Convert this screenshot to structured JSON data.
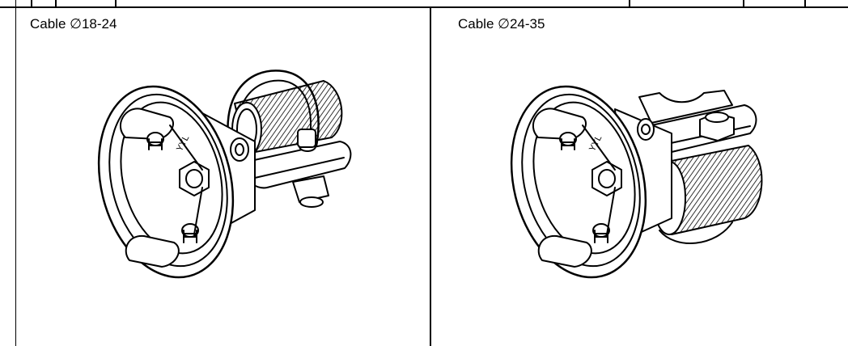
{
  "panels": [
    {
      "caption": "Cable ∅18-24",
      "stamp": "YYL"
    },
    {
      "caption": "Cable ∅24-35",
      "stamp": "YYL"
    }
  ]
}
